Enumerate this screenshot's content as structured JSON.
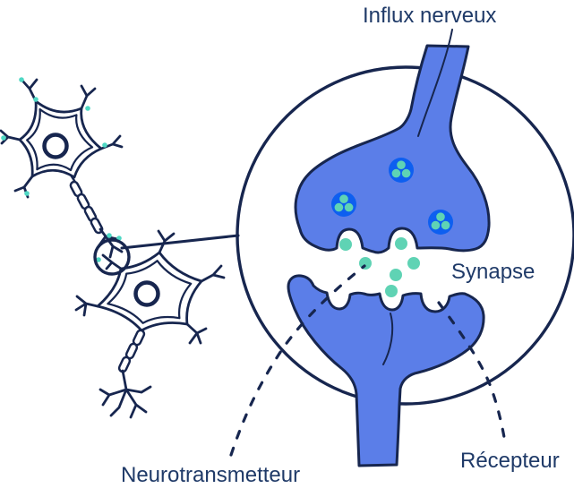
{
  "diagram": {
    "labels": {
      "influx_nerveux": "Influx nerveux",
      "synapse": "Synapse",
      "neurotransmetteur": "Neurotransmetteur",
      "recepteur": "Récepteur"
    },
    "colors": {
      "outline_navy": "#17264f",
      "text_navy": "#1f3a68",
      "membrane_blue": "#5b7ee8",
      "vesicle_blue": "#0d5ff0",
      "neurotransmitter_teal": "#5fd3b4",
      "dendrite_tip_teal": "#4fd8c4",
      "background": "#ffffff"
    },
    "counts": {
      "neurons": 2,
      "synaptic_vesicles": 3,
      "dots_per_vesicle": 3,
      "neurotransmitter_dots_in_cleft": 6
    }
  }
}
